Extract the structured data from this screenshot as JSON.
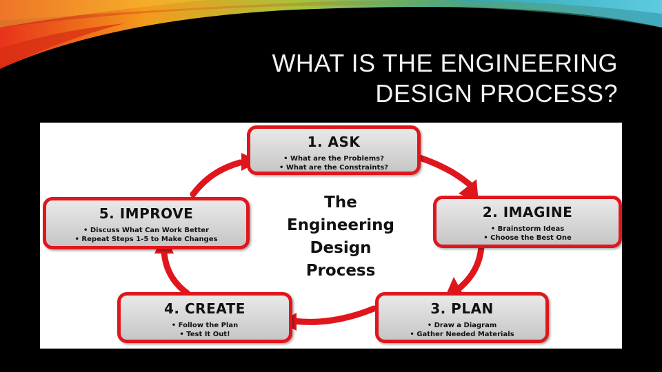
{
  "slide": {
    "title_line1": "WHAT IS THE ENGINEERING",
    "title_line2": "DESIGN PROCESS?"
  },
  "diagram": {
    "center_line1": "The",
    "center_line2": "Engineering",
    "center_line3": "Design",
    "center_line4": "Process",
    "accent_color": "#e0161d",
    "steps": [
      {
        "title": "1.  ASK",
        "bullets": [
          "What are the Problems?",
          "What are the Constraints?"
        ]
      },
      {
        "title": "2. IMAGINE",
        "bullets": [
          "Brainstorm Ideas",
          "Choose the Best One"
        ]
      },
      {
        "title": "3. PLAN",
        "bullets": [
          "Draw a Diagram",
          "Gather Needed Materials"
        ]
      },
      {
        "title": "4. CREATE",
        "bullets": [
          "Follow the Plan",
          "Test It Out!"
        ]
      },
      {
        "title": "5. IMPROVE",
        "bullets": [
          "Discuss What Can Work Better",
          "Repeat Steps 1-5 to Make Changes"
        ]
      }
    ]
  }
}
